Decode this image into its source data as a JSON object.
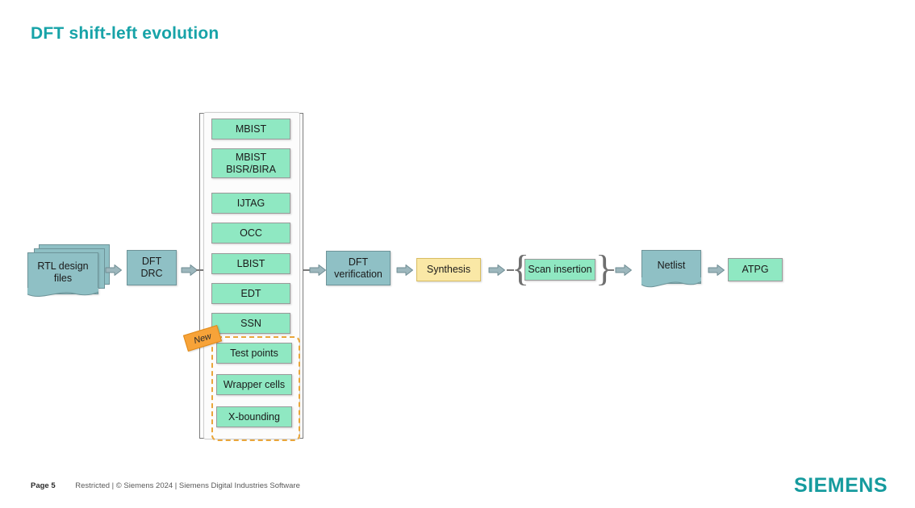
{
  "slide": {
    "title": "DFT shift-left evolution"
  },
  "flow": {
    "rtl": {
      "label": "RTL design\nfiles",
      "shape": "document-stack",
      "color": "#8fc0c5"
    },
    "dft_drc": {
      "label": "DFT\nDRC",
      "shape": "rect",
      "color": "#8fc0c5"
    },
    "dft_verification": {
      "label": "DFT\nverification",
      "shape": "rect",
      "color": "#8fc0c5"
    },
    "synthesis": {
      "label": "Synthesis",
      "shape": "rect",
      "color": "#fae8a6"
    },
    "scan_insertion": {
      "label": "Scan insertion",
      "shape": "rect",
      "color": "#8fe8c2"
    },
    "netlist": {
      "label": "Netlist",
      "shape": "document",
      "color": "#8fc0c5"
    },
    "atpg": {
      "label": "ATPG",
      "shape": "rect",
      "color": "#8fe8c2"
    }
  },
  "stack": {
    "existing_items": [
      {
        "label": "MBIST"
      },
      {
        "label": "MBIST\nBISR/BIRA"
      },
      {
        "label": "IJTAG"
      },
      {
        "label": "OCC"
      },
      {
        "label": "LBIST"
      },
      {
        "label": "EDT"
      },
      {
        "label": "SSN"
      }
    ],
    "new_items": [
      {
        "label": "Test points"
      },
      {
        "label": "Wrapper cells"
      },
      {
        "label": "X-bounding"
      }
    ],
    "badge": "New",
    "badge_color": "#f7a339",
    "highlight_color": "#e9a63b"
  },
  "footer": {
    "page": "Page 5",
    "meta": "Restricted | © Siemens 2024 | Siemens Digital Industries Software",
    "logo": "SIEMENS",
    "logo_color": "#169b9e"
  }
}
